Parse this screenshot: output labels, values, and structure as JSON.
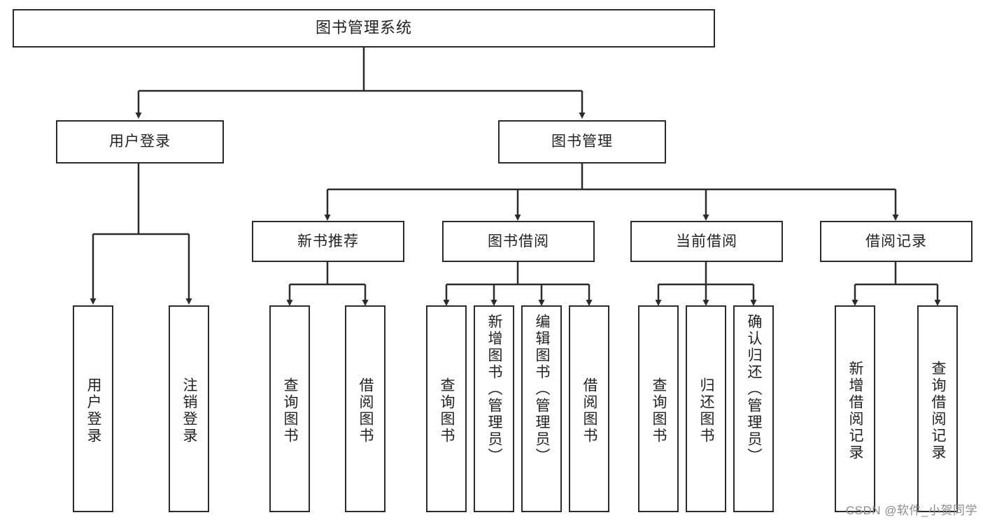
{
  "diagram": {
    "type": "hierarchy-tree",
    "title": "图书管理系统",
    "root": {
      "label": "图书管理系统"
    },
    "level2": [
      {
        "id": "user-login",
        "label": "用户登录"
      },
      {
        "id": "book-manage",
        "label": "图书管理"
      }
    ],
    "level3": [
      {
        "id": "new-book-recommend",
        "label": "新书推荐",
        "parent": "book-manage"
      },
      {
        "id": "book-borrow",
        "label": "图书借阅",
        "parent": "book-manage"
      },
      {
        "id": "current-borrow",
        "label": "当前借阅",
        "parent": "book-manage"
      },
      {
        "id": "borrow-record",
        "label": "借阅记录",
        "parent": "book-manage"
      }
    ],
    "leaves": {
      "user-login": [
        {
          "id": "leaf-user-login",
          "label": "用户登录"
        },
        {
          "id": "leaf-logout",
          "label": "注销登录"
        }
      ],
      "new-book-recommend": [
        {
          "id": "leaf-query-book-1",
          "label": "查询图书"
        },
        {
          "id": "leaf-borrow-book-1",
          "label": "借阅图书"
        }
      ],
      "book-borrow": [
        {
          "id": "leaf-query-book-2",
          "label": "查询图书"
        },
        {
          "id": "leaf-add-book",
          "label": "新增图书（管理员）"
        },
        {
          "id": "leaf-edit-book",
          "label": "编辑图书（管理员）"
        },
        {
          "id": "leaf-borrow-book-2",
          "label": "借阅图书"
        }
      ],
      "current-borrow": [
        {
          "id": "leaf-query-book-3",
          "label": "查询图书"
        },
        {
          "id": "leaf-return-book",
          "label": "归还图书"
        },
        {
          "id": "leaf-confirm-return",
          "label": "确认归还（管理员）"
        }
      ],
      "borrow-record": [
        {
          "id": "leaf-add-record",
          "label": "新增借阅记录"
        },
        {
          "id": "leaf-query-record",
          "label": "查询借阅记录"
        }
      ]
    },
    "watermark": "CSDN @软件_小贺同学",
    "colors": {
      "stroke": "#2b2b2b",
      "fill": "#ffffff",
      "text": "#222222",
      "watermark": "#8c8c8c"
    }
  }
}
